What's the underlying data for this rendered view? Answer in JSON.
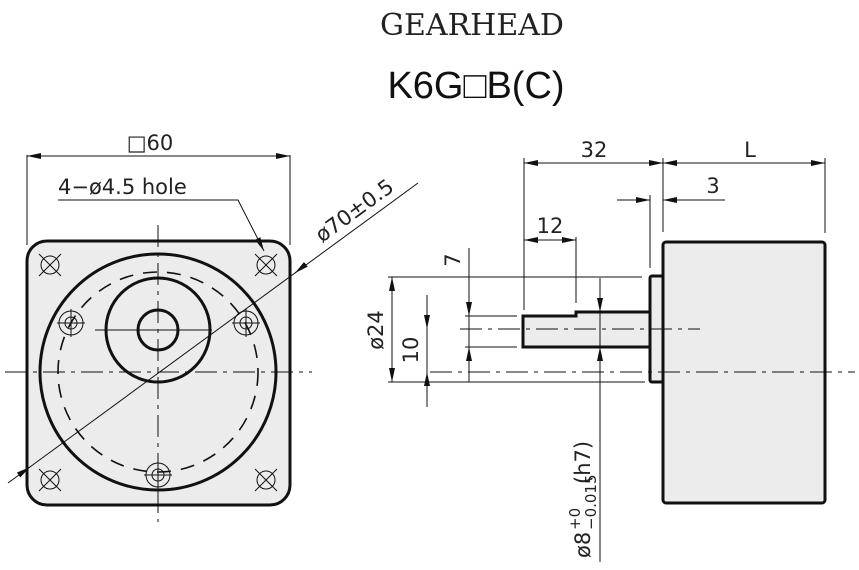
{
  "header": {
    "title": "GEARHEAD",
    "model": "K6G□B(C)"
  },
  "front_view": {
    "square_dim": "□60",
    "hole_note": "4−ø4.5 hole",
    "pcd_dim": "ø70±0.5"
  },
  "side_view": {
    "dim_32": "32",
    "dim_L": "L",
    "dim_3": "3",
    "dim_12": "12",
    "dim_7": "7",
    "dim_24": "ø24",
    "dim_10": "10",
    "shaft_dim": "ø8",
    "shaft_tol_upper": "+0",
    "shaft_tol_lower": "−0.015",
    "shaft_fit": "(h7)"
  }
}
